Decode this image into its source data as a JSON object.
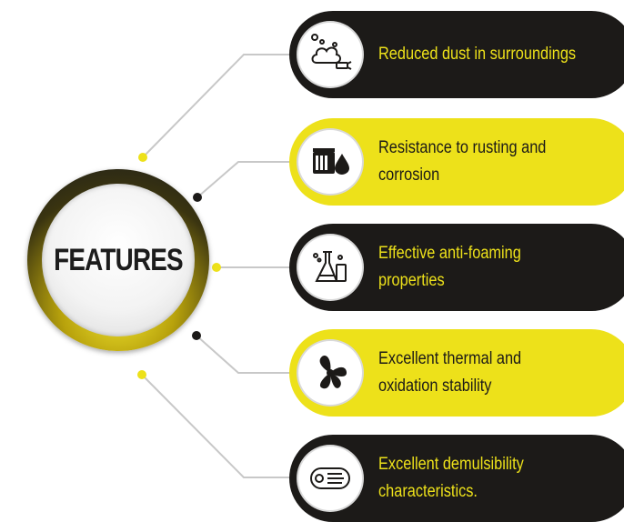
{
  "hub": {
    "label": "FEATURES"
  },
  "colors": {
    "dark": "#1c1a18",
    "yellow": "#ede11a",
    "line": "#c8c8c8"
  },
  "features": [
    {
      "text": "Reduced dust in surroundings",
      "icon": "dust-cloud-icon",
      "style": "dark"
    },
    {
      "text": "Resistance to rusting and\ncorrosion",
      "icon": "oil-barrel-drop-icon",
      "style": "yellow"
    },
    {
      "text": "Effective anti-foaming\nproperties",
      "icon": "lab-flasks-icon",
      "style": "dark"
    },
    {
      "text": "Excellent thermal and\noxidation stability",
      "icon": "fan-blades-icon",
      "style": "yellow"
    },
    {
      "text": "Excellent demulsibility\ncharacteristics.",
      "icon": "filter-cartridge-icon",
      "style": "dark"
    }
  ]
}
